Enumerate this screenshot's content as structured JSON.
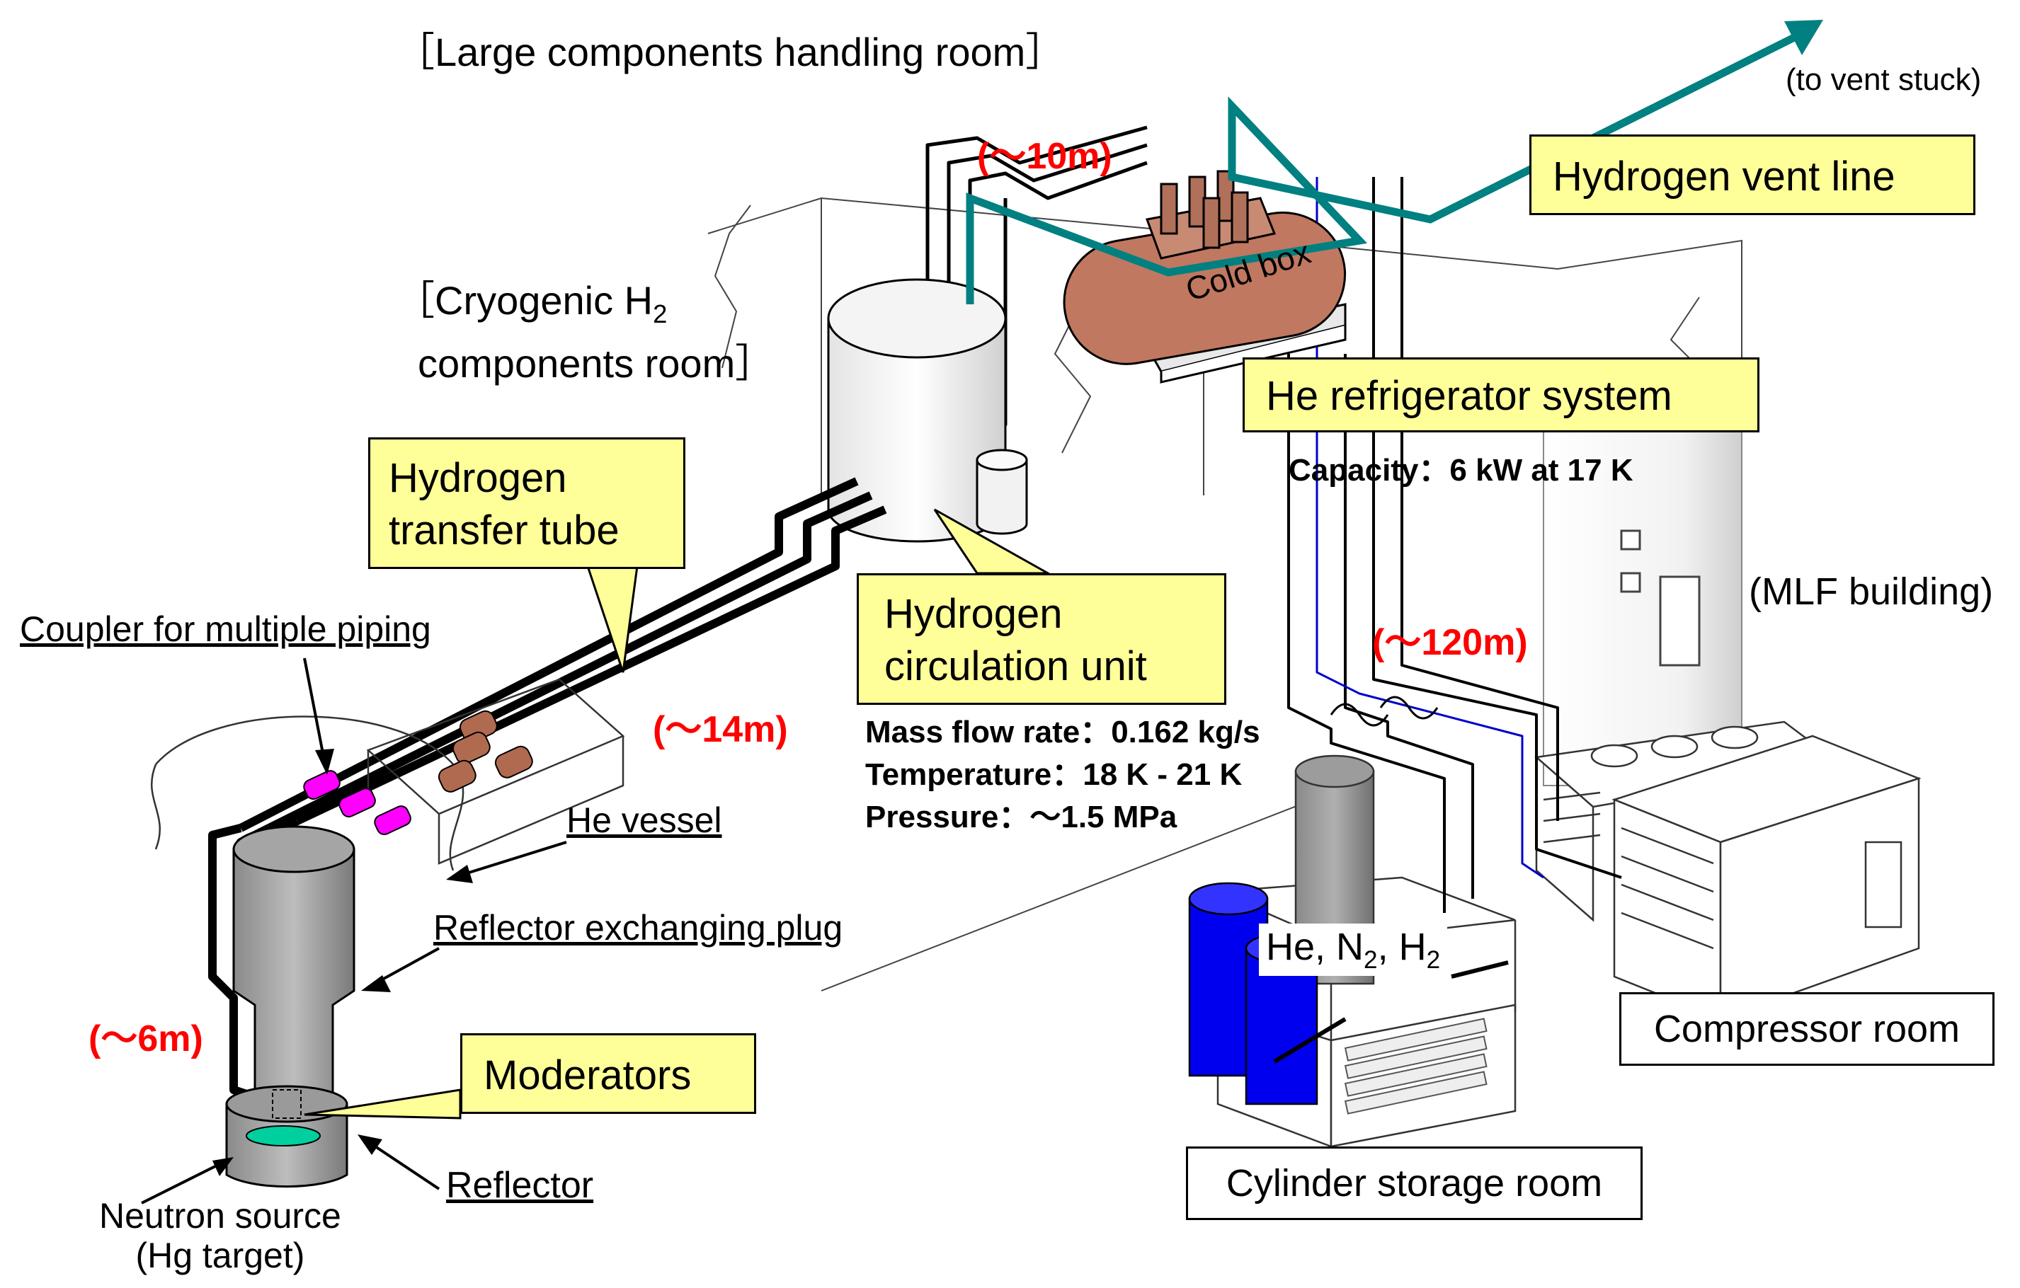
{
  "rooms": {
    "large_components": "［Large components handling room］",
    "cryo_line1": "［Cryogenic H",
    "cryo_sub": "2",
    "cryo_line2": "components room］",
    "mlf": "(MLF building)",
    "compressor": "Compressor room",
    "cylinder": "Cylinder storage room"
  },
  "callouts": {
    "vent_line": "Hydrogen vent line",
    "he_refrigerator": "He refrigerator system",
    "transfer_tube_1": "Hydrogen",
    "transfer_tube_2": "transfer tube",
    "circulation_1": "Hydrogen",
    "circulation_2": "circulation unit",
    "moderators": "Moderators"
  },
  "labels": {
    "to_vent": "(to vent stuck)",
    "cold_box": "Cold box",
    "coupler": "Coupler for multiple piping",
    "he_vessel": "He vessel",
    "reflector_plug": "Reflector exchanging plug",
    "reflector": "Reflector",
    "neutron_1": "Neutron source",
    "neutron_2": "(Hg target)",
    "gases_pre": "He, N",
    "gases_sub1": "2",
    "gases_mid": ", H",
    "gases_sub2": "2"
  },
  "distances": {
    "d10": "(～10m)",
    "d14": "(～14m)",
    "d120": "(～120m)",
    "d6": "(～6m)"
  },
  "specs": {
    "capacity": "Capacity：6 kW at 17 K",
    "mass_flow": "Mass flow rate：0.162 kg/s",
    "temperature": "Temperature：18 K - 21 K",
    "pressure": "Pressure：～1.5 MPa"
  },
  "colors": {
    "vent_line": "#008080",
    "cold_box": "#c07860",
    "yellow_box": "#ffff99",
    "distance_text": "#ff0000",
    "coupler": "#ff00ff",
    "helium_pipe": "#0000cc",
    "gas_cylinder": "#0000ff",
    "moderator": "#00d0a0"
  }
}
